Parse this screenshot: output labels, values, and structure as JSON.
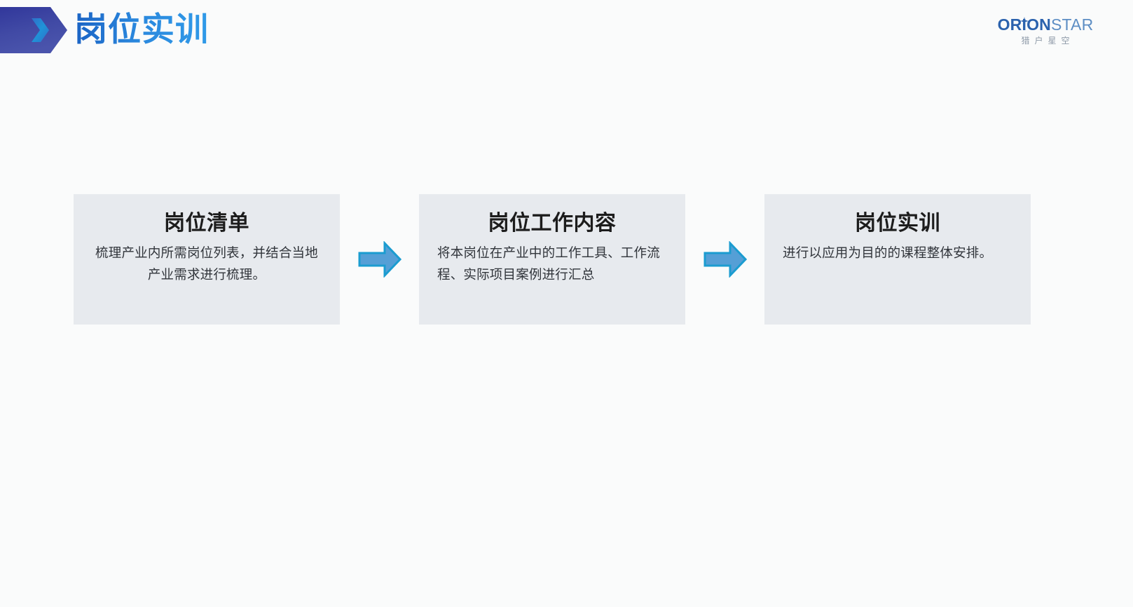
{
  "header": {
    "title": "岗位实训",
    "banner_icon": "chevron-banner-icon",
    "title_gradient_from": "#1a63c4",
    "title_gradient_to": "#2f9ae8"
  },
  "logo": {
    "word_bold": "ORION",
    "word_light": "STAR",
    "subtitle": "猎户星空",
    "spark_icon": "sparkle-icon",
    "color_bold": "#2b62ad",
    "color_light": "#5d8ec4",
    "subtitle_color": "#8e9aa8"
  },
  "flow": {
    "card_bg": "#e7eaee",
    "arrow_fill": "#559fd6",
    "arrow_stroke": "#1b9cd0",
    "arrow_icon": "arrow-right-icon",
    "steps": [
      {
        "title": "岗位清单",
        "body": "梳理产业内所需岗位列表，并结合当地产业需求进行梳理。"
      },
      {
        "title": "岗位工作内容",
        "body": "将本岗位在产业中的工作工具、工作流程、实际项目案例进行汇总"
      },
      {
        "title": "岗位实训",
        "body": "进行以应用为目的的课程整体安排。"
      }
    ]
  }
}
